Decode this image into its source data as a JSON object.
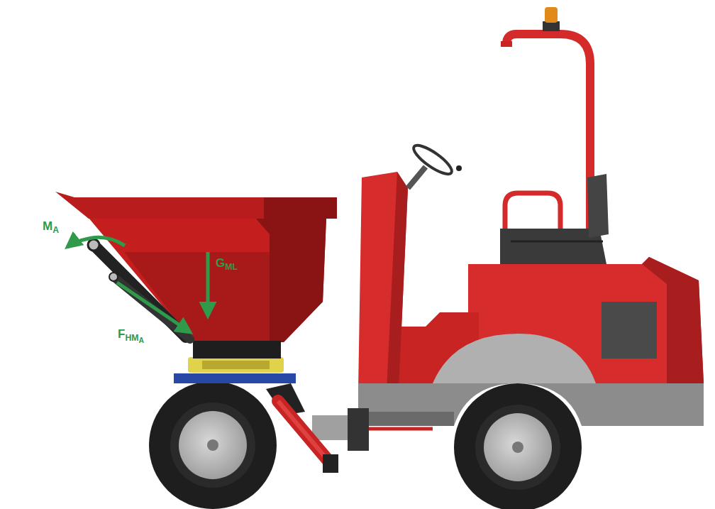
{
  "diagram": {
    "labels": [
      "MA",
      "GML",
      "FHMA"
    ]
  }
}
